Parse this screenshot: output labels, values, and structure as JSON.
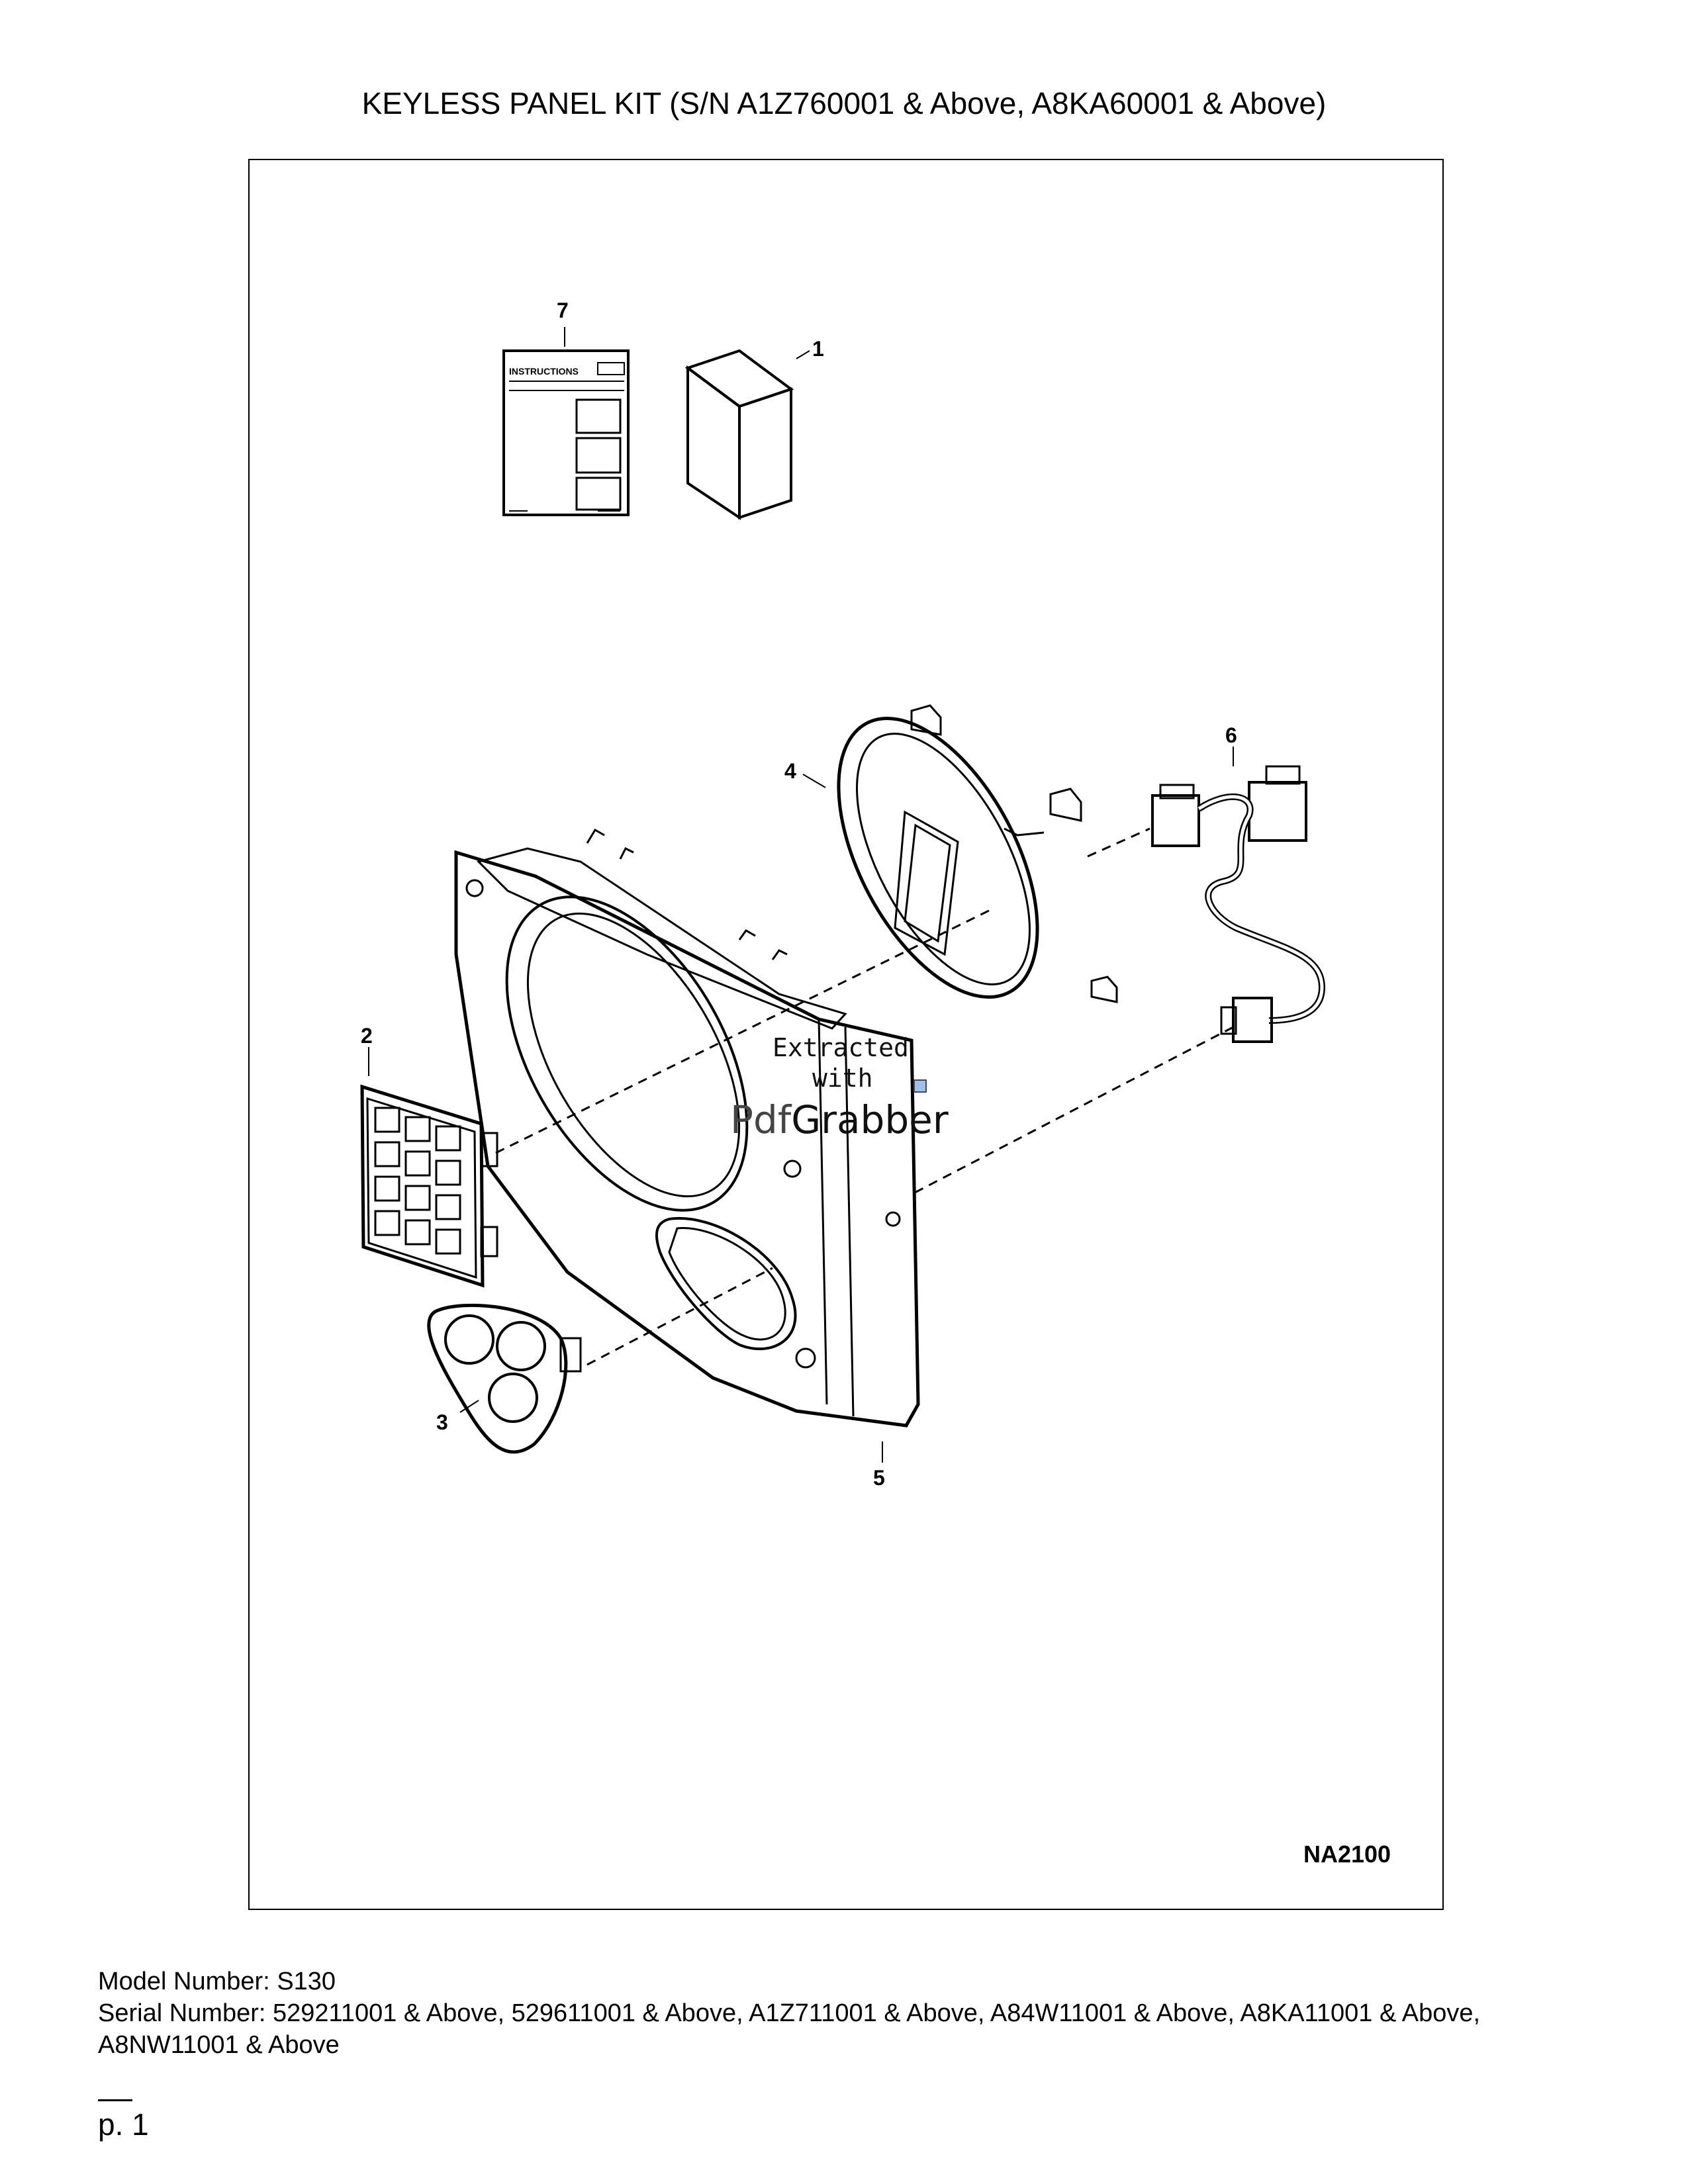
{
  "title": "KEYLESS PANEL KIT (S/N A1Z760001 & Above, A8KA60001 & Above)",
  "figure": {
    "id": "NA2100",
    "instructions_label": "INSTRUCTIONS",
    "callouts": [
      "1",
      "2",
      "3",
      "4",
      "5",
      "6",
      "7"
    ],
    "watermark": {
      "line1": "Extracted",
      "line2": "with",
      "brand_a": "Pdf",
      "brand_b": "Grabber"
    }
  },
  "footer": {
    "model_line": "Model Number: S130",
    "serial_line": "Serial Number: 529211001 & Above, 529611001 & Above, A1Z711001 & Above, A84W11001 & Above, A8KA11001 & Above, A8NW11001 & Above"
  },
  "page_label": "p. 1"
}
